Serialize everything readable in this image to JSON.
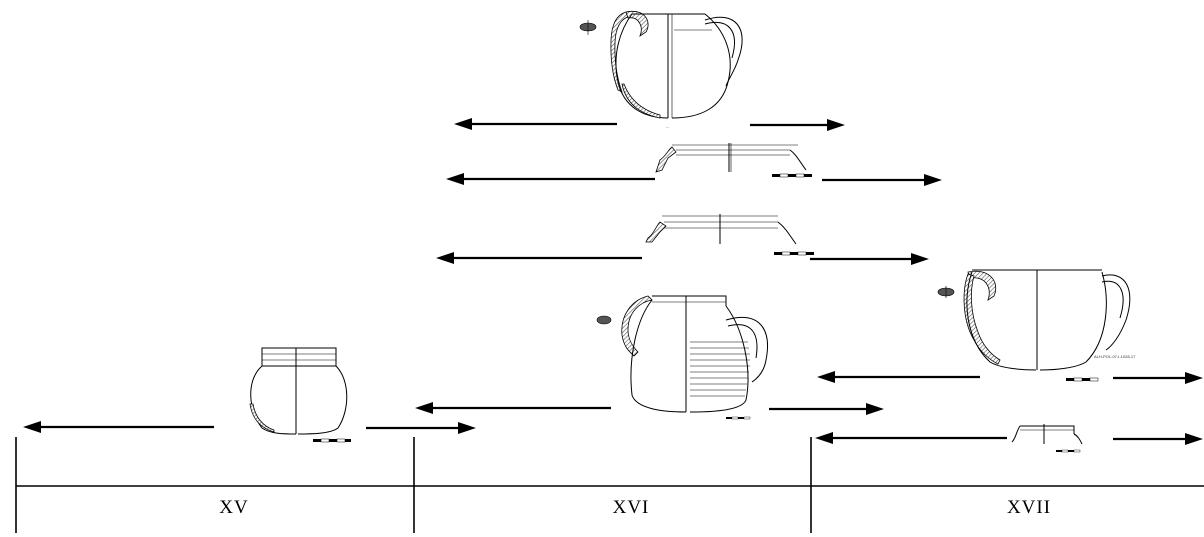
{
  "timeline": {
    "centuries": [
      "XV",
      "XVI",
      "XVII"
    ]
  },
  "vessels": [
    {
      "id": "v1",
      "label": ""
    },
    {
      "id": "v2",
      "label": ""
    },
    {
      "id": "v3",
      "label": ""
    },
    {
      "id": "v4",
      "label": ""
    },
    {
      "id": "v5",
      "label": ""
    },
    {
      "id": "v6",
      "label": "ALH-POL-07-I-1028-17"
    },
    {
      "id": "v7",
      "label": ""
    }
  ],
  "colors": {
    "ink": "#000000",
    "background": "#ffffff",
    "hatch": "#555555"
  }
}
